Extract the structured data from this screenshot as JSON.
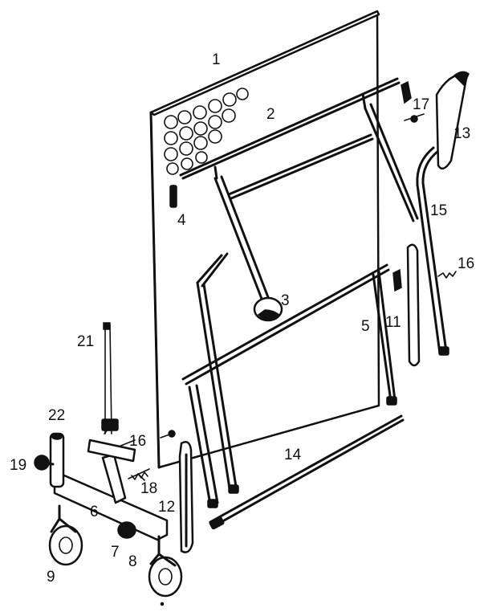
{
  "parts": [
    {
      "id": "1"
    },
    {
      "id": "2"
    },
    {
      "id": "3"
    },
    {
      "id": "4"
    },
    {
      "id": "5"
    },
    {
      "id": "6"
    },
    {
      "id": "7"
    },
    {
      "id": "8"
    },
    {
      "id": "9"
    },
    {
      "id": "11"
    },
    {
      "id": "12"
    },
    {
      "id": "13"
    },
    {
      "id": "14"
    },
    {
      "id": "15"
    },
    {
      "id": "16"
    },
    {
      "id": "16"
    },
    {
      "id": "17"
    },
    {
      "id": "18"
    },
    {
      "id": "19"
    },
    {
      "id": "21"
    },
    {
      "id": "22"
    }
  ]
}
